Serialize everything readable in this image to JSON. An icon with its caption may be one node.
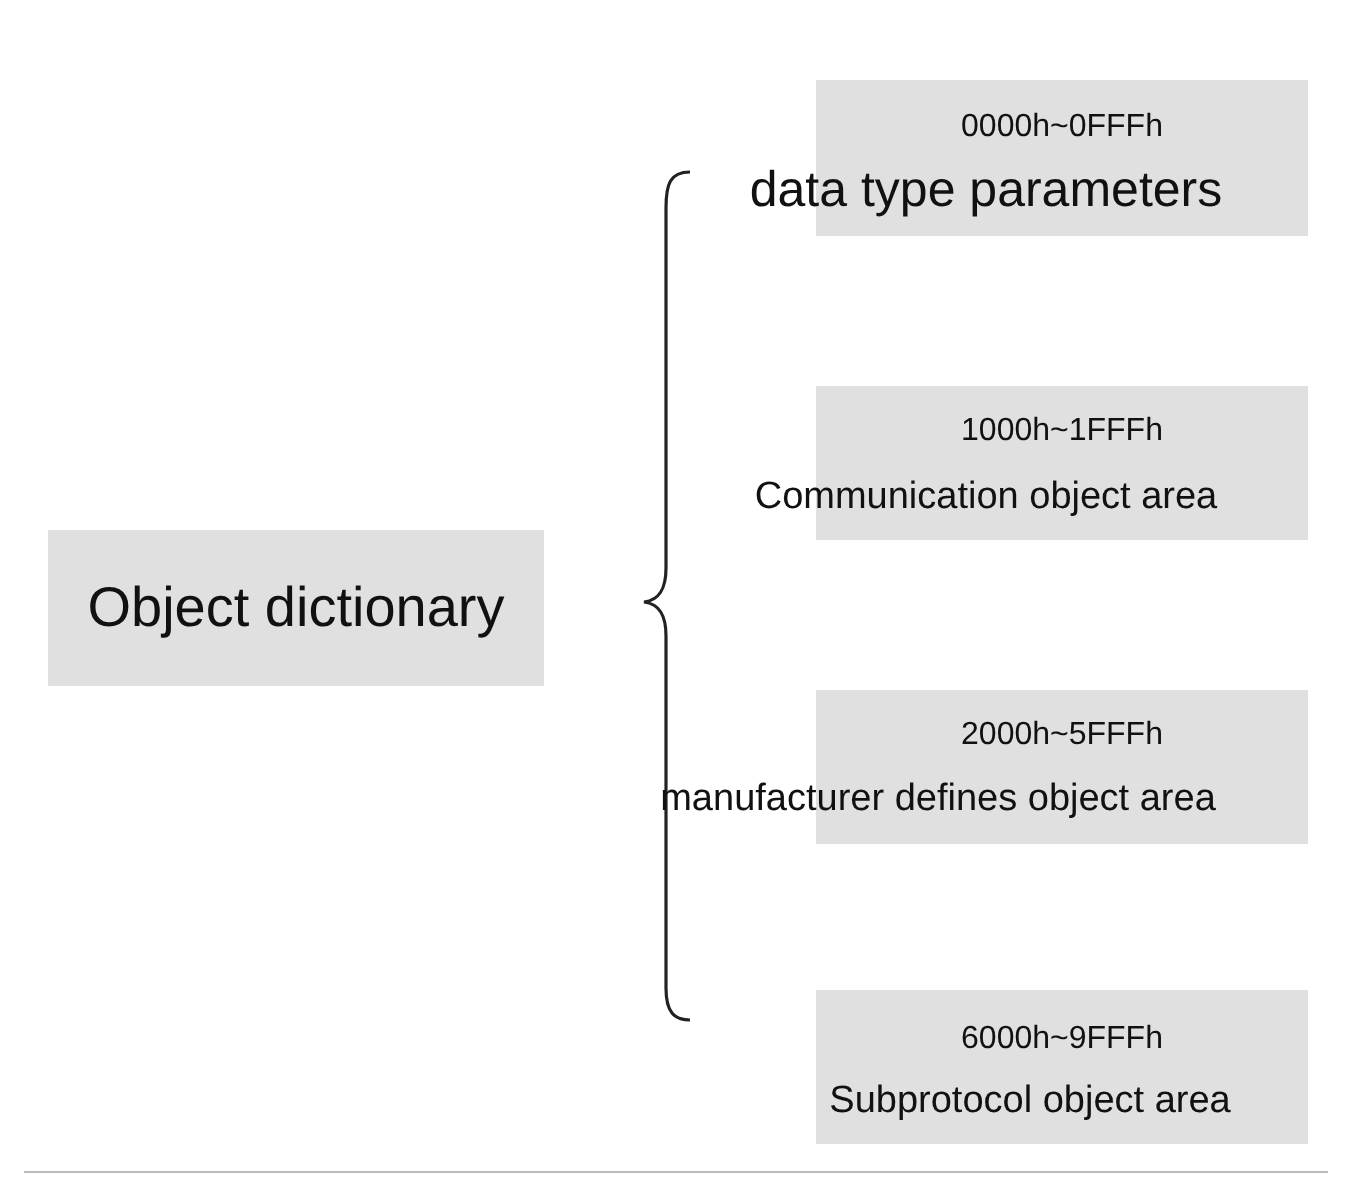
{
  "diagram": {
    "nodes": [
      {
        "text": [
          "Object dictionary"
        ]
      },
      {
        "text": [
          "0000h~0FFFh",
          "data type parameters"
        ]
      },
      {
        "text": [
          "1000h~1FFFh",
          "Communication object area"
        ]
      },
      {
        "text": [
          "2000h~5FFFh",
          "manufacturer defines object area"
        ]
      },
      {
        "text": [
          "6000h~9FFFh",
          "Subprotocol object area"
        ]
      }
    ]
  }
}
